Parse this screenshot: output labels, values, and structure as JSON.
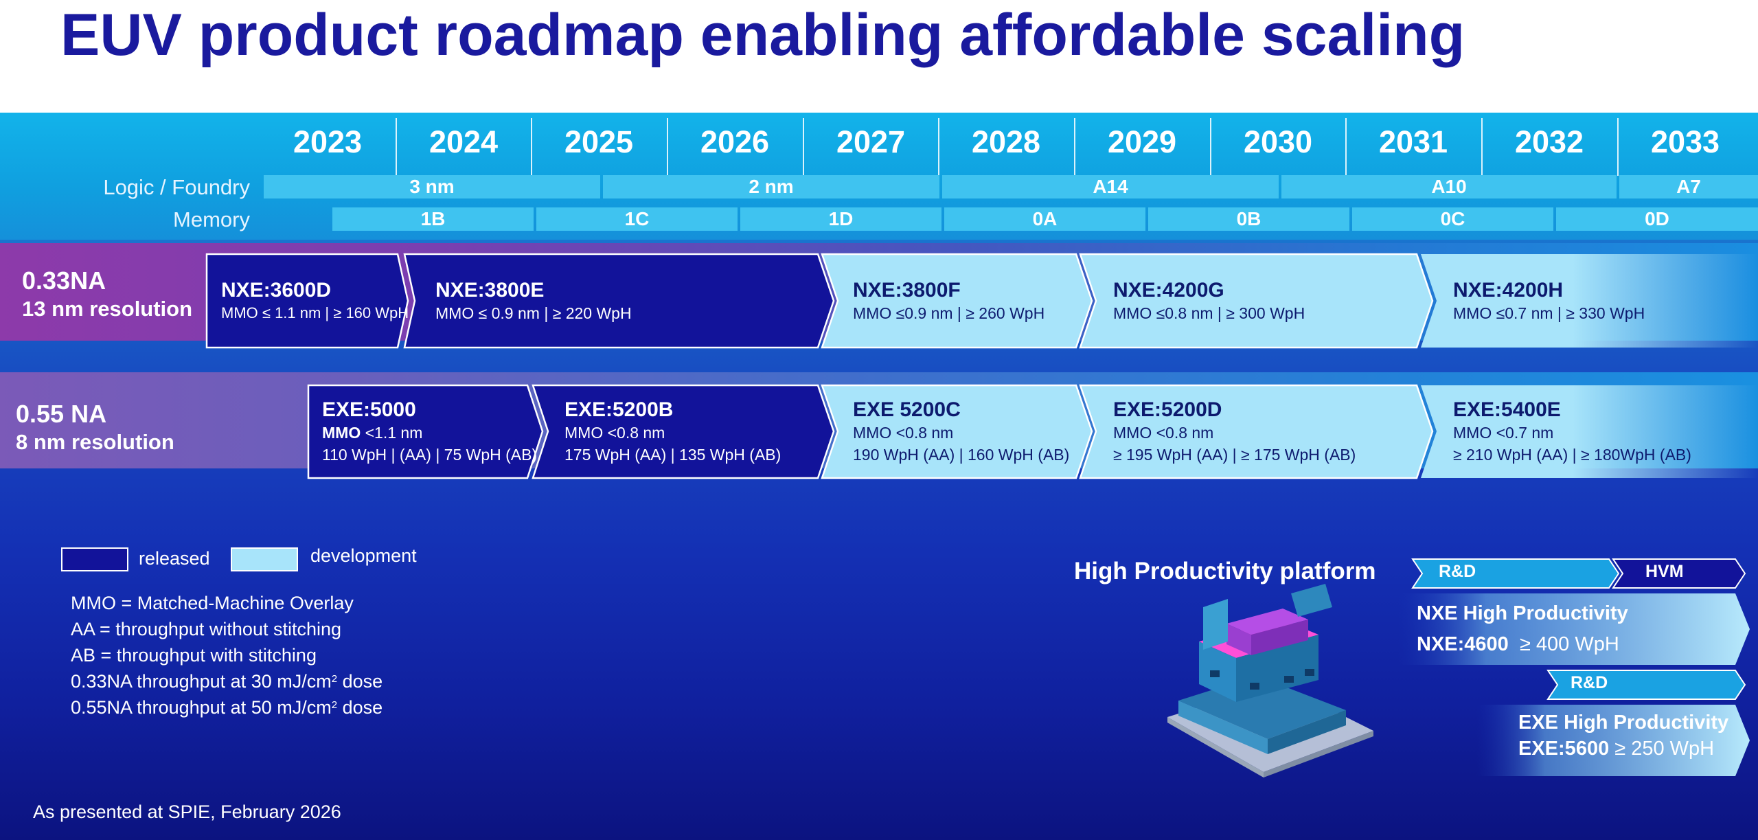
{
  "title": "EUV product roadmap enabling affordable scaling",
  "years": [
    "2023",
    "2024",
    "2025",
    "2026",
    "2027",
    "2028",
    "2029",
    "2030",
    "2031",
    "2032",
    "2033"
  ],
  "rows": {
    "logic_label": "Logic / Foundry",
    "memory_label": "Memory",
    "logic_nodes": [
      "3 nm",
      "2 nm",
      "A14",
      "A10",
      "A7"
    ],
    "memory_nodes": [
      "1B",
      "1C",
      "1D",
      "0A",
      "0B",
      "0C",
      "0D"
    ]
  },
  "platforms": [
    {
      "na": "0.33NA",
      "resolution": "13 nm resolution"
    },
    {
      "na": "0.55 NA",
      "resolution": "8 nm resolution"
    }
  ],
  "nxe_products": [
    {
      "name": "NXE:3600D",
      "spec": "MMO ≤ 1.1 nm | ≥ 160 WpH",
      "status": "released"
    },
    {
      "name": "NXE:3800E",
      "spec": "MMO  ≤ 0.9 nm | ≥ 220 WpH",
      "status": "released"
    },
    {
      "name": "NXE:3800F",
      "spec": "MMO ≤0.9 nm | ≥ 260 WpH",
      "status": "development"
    },
    {
      "name": "NXE:4200G",
      "spec": "MMO ≤0.8 nm | ≥ 300 WpH",
      "status": "development"
    },
    {
      "name": "NXE:4200H",
      "spec": "MMO ≤0.7 nm | ≥ 330 WpH",
      "status": "development"
    }
  ],
  "exe_products": [
    {
      "name": "EXE:5000",
      "spec_key": "MMO",
      "spec_rest": " <1.1 nm",
      "throughput": "110 WpH | (AA) | 75 WpH (AB)",
      "status": "released"
    },
    {
      "name": "EXE:5200B",
      "spec_key": "",
      "spec_rest": "MMO <0.8 nm",
      "throughput": "175 WpH (AA)  | 135 WpH (AB)",
      "status": "released"
    },
    {
      "name": "EXE 5200C",
      "spec_key": "",
      "spec_rest": "MMO <0.8 nm",
      "throughput": "190 WpH (AA) | 160 WpH (AB)",
      "status": "development"
    },
    {
      "name": "EXE:5200D",
      "spec_key": "",
      "spec_rest": "MMO <0.8 nm",
      "throughput": "≥ 195 WpH (AA) | ≥ 175 WpH (AB)",
      "status": "development"
    },
    {
      "name": "EXE:5400E",
      "spec_key": "",
      "spec_rest": "MMO <0.7 nm",
      "throughput": "≥ 210 WpH (AA) | ≥ 180WpH (AB)",
      "status": "development"
    }
  ],
  "legend": {
    "released": "released",
    "development": "development"
  },
  "notes": {
    "mmo": "MMO = Matched-Machine Overlay",
    "aa": "AA = throughput without stitching",
    "ab": "AB = throughput with stitching",
    "nxe_dose": "0.33NA throughput at 30 mJ/cm",
    "exe_dose": "0.55NA throughput at 50 mJ/cm",
    "dose_suffix": " dose",
    "sup": "2"
  },
  "high_productivity": {
    "title": "High Productivity platform",
    "rnd": "R&D",
    "hvm": "HVM",
    "rnd2": "R&D",
    "nxe_label": "NXE High Productivity",
    "nxe_model": "NXE:4600",
    "nxe_spec": "≥ 400 WpH",
    "exe_label": "EXE  High Productivity",
    "exe_model": "EXE:5600",
    "exe_spec": "≥ 250 WpH"
  },
  "footer": "As presented at SPIE, February 2026",
  "colors": {
    "released": "#12139a",
    "development": "#a8e4fa",
    "title": "#1a1a9e"
  }
}
